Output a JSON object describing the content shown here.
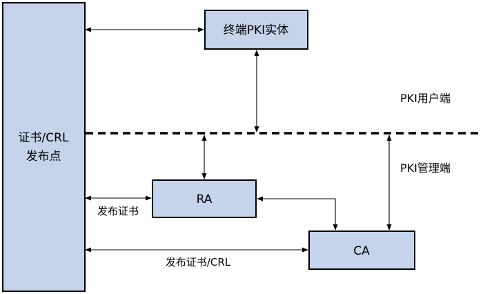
{
  "nodes": {
    "repository": {
      "line1": "证书/CRL",
      "line2": "发布点"
    },
    "end_entity": {
      "label": "终端PKI实体"
    },
    "ra": {
      "label": "RA"
    },
    "ca": {
      "label": "CA"
    }
  },
  "zones": {
    "user_side": "PKI用户端",
    "management_side": "PKI管理端"
  },
  "edges": {
    "publish_cert": "发布证书",
    "publish_cert_crl": "发布证书/CRL"
  },
  "colors": {
    "box_fill": "#c5d3eb",
    "line": "#000000",
    "background": "#ffffff"
  }
}
